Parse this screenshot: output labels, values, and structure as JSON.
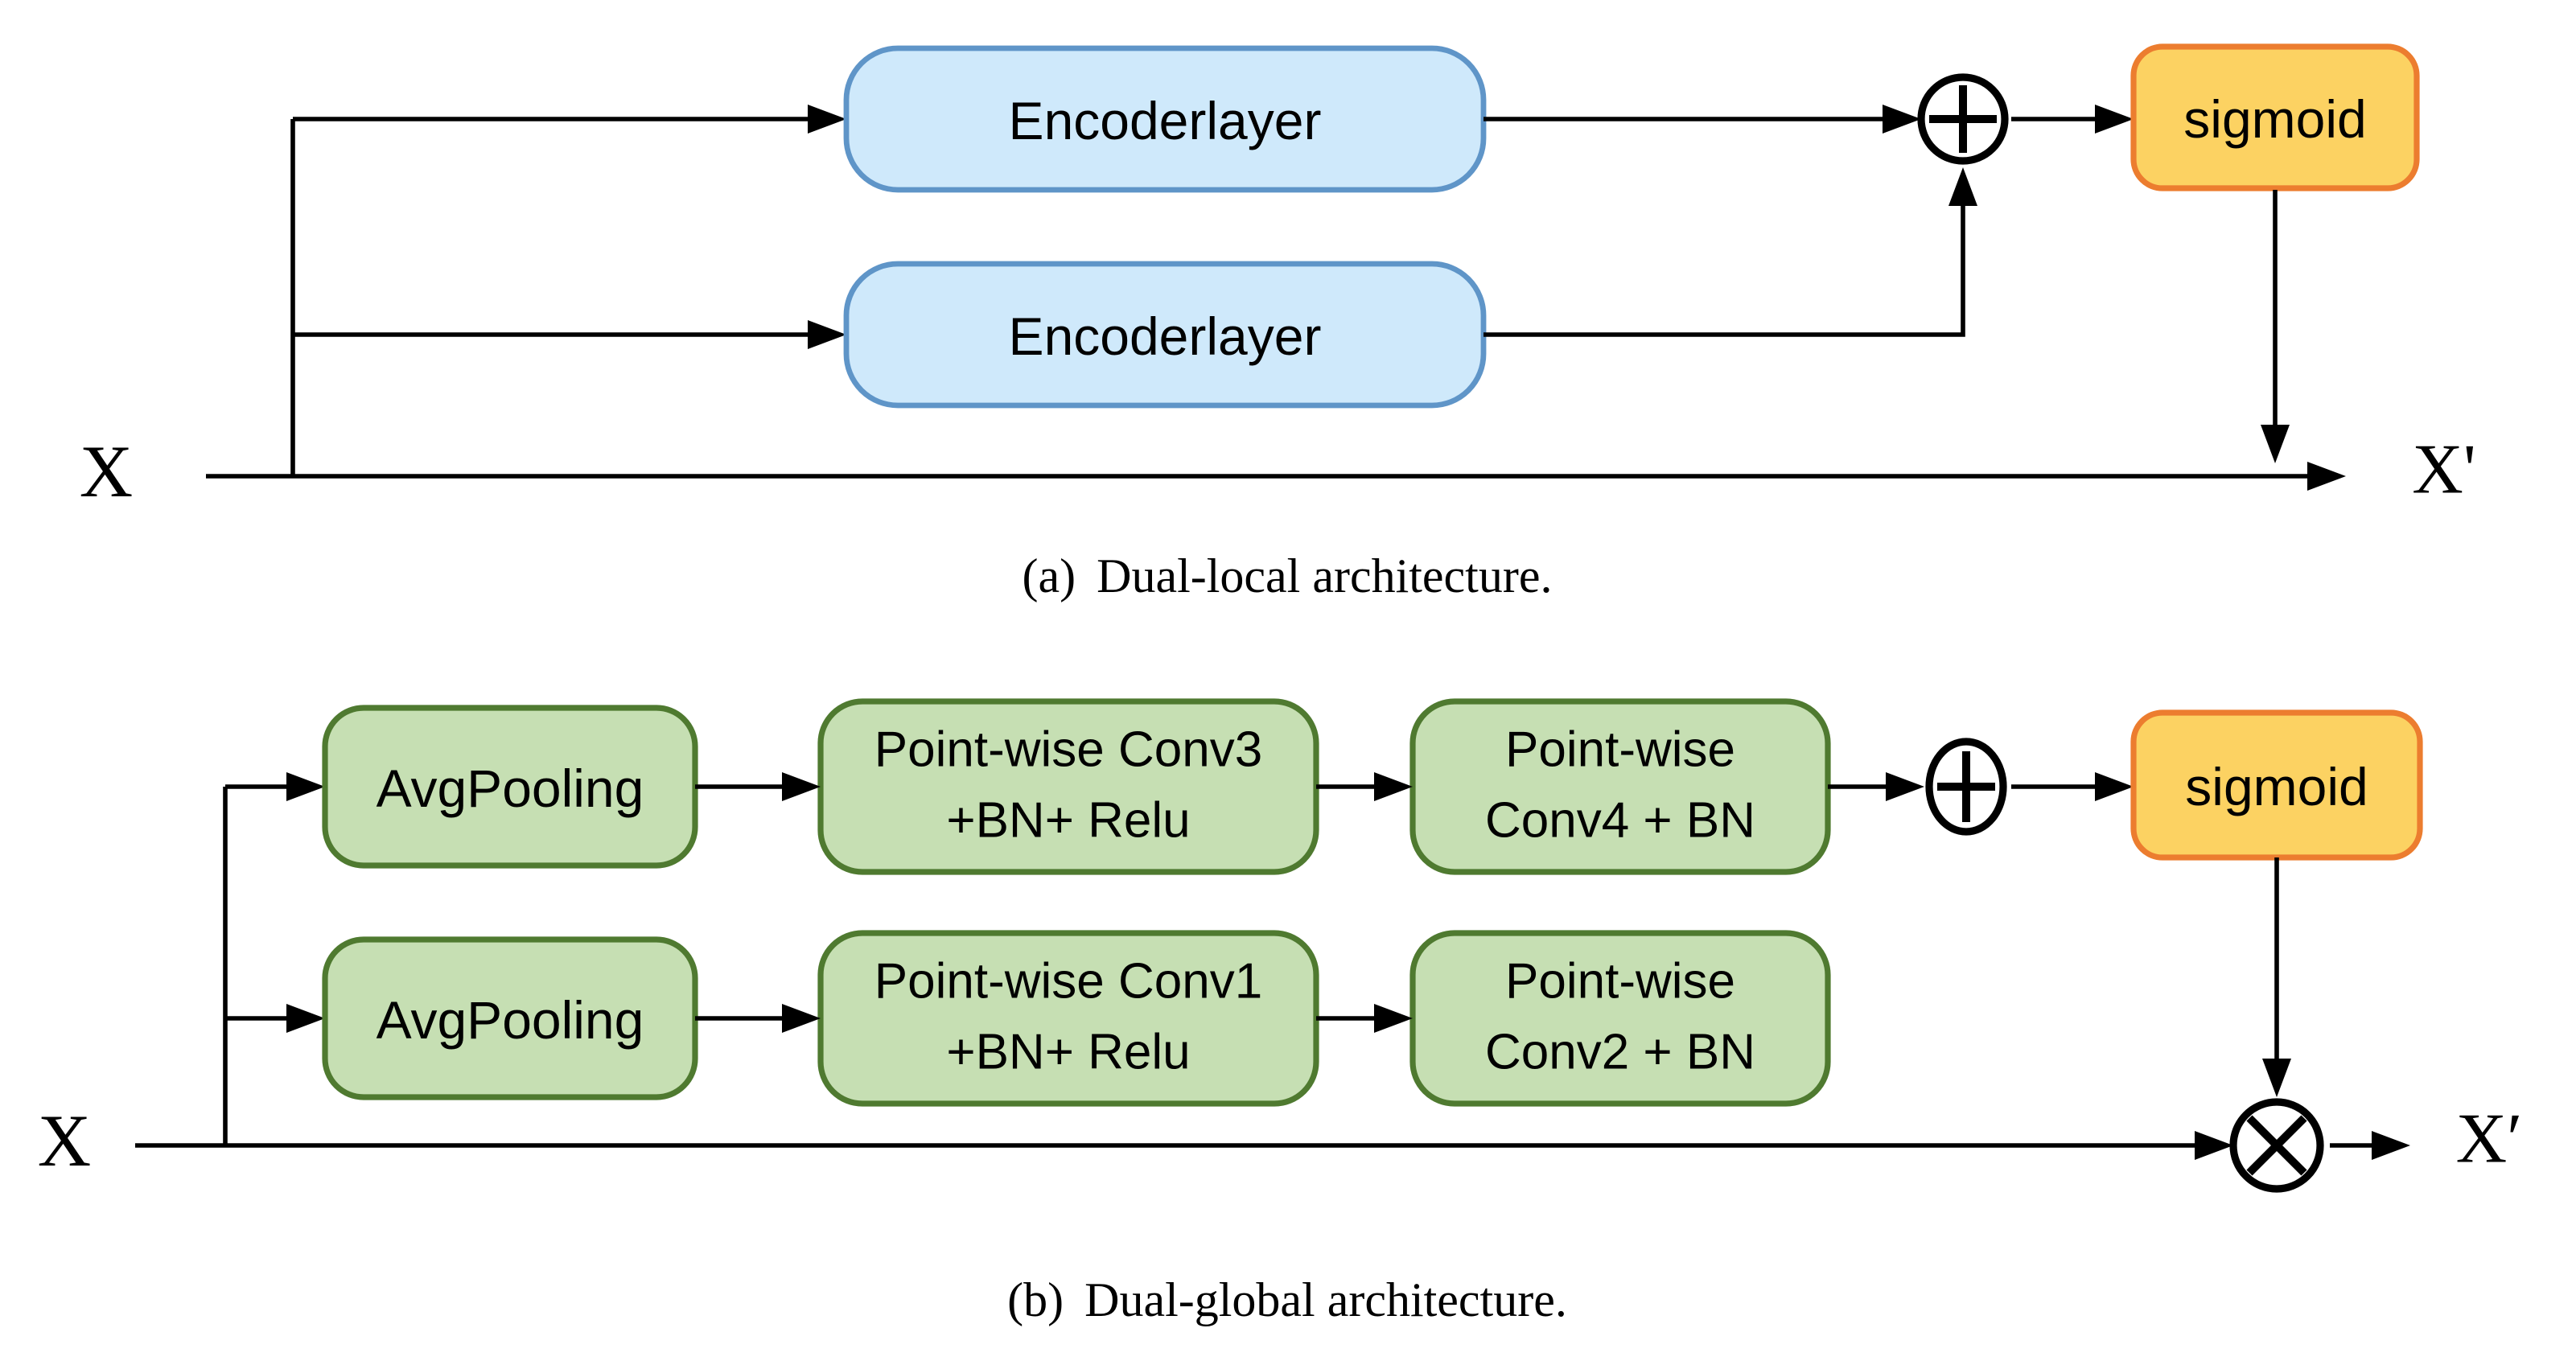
{
  "colors": {
    "blue_fill": "#cfe9fb",
    "blue_stroke": "#5f95c8",
    "green_fill": "#c6dfb3",
    "green_stroke": "#4f7a30",
    "orange_fill": "#fcd262",
    "orange_stroke": "#ec7d2f",
    "line_color": "#000000"
  },
  "icons": {
    "add": "circle-plus",
    "multiply": "circle-times"
  },
  "panel_a": {
    "input_label": "X",
    "output_label": "X'",
    "encoder1_label": "Encoderlayer",
    "encoder2_label": "Encoderlayer",
    "sigmoid_label": "sigmoid",
    "caption_label": "(a)",
    "caption_text": "Dual-local architecture."
  },
  "panel_b": {
    "input_label": "X",
    "output_label": "X′",
    "avgpool1_label": "AvgPooling",
    "avgpool2_label": "AvgPooling",
    "conv3_line1": "Point-wise Conv3",
    "conv3_line2": "+BN+ Relu",
    "conv4_line1": "Point-wise",
    "conv4_line2": "Conv4 + BN",
    "conv1_line1": "Point-wise Conv1",
    "conv1_line2": "+BN+ Relu",
    "conv2_line1": "Point-wise",
    "conv2_line2": "Conv2 + BN",
    "sigmoid_label": "sigmoid",
    "caption_label": "(b)",
    "caption_text": "Dual-global architecture."
  }
}
